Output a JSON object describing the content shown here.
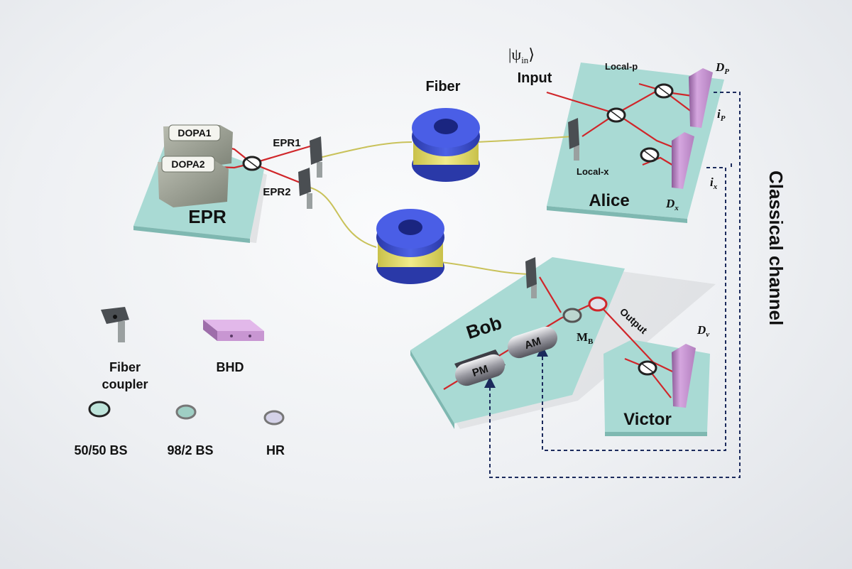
{
  "labels": {
    "fiber": "Fiber",
    "input_state": "|ψ",
    "input_state_sub": "in",
    "input_state_close": "⟩",
    "input": "Input",
    "local_p": "Local-p",
    "local_x": "Local-x",
    "dp": "D",
    "dp_sub": "P",
    "ip": "i",
    "ip_sub": "P",
    "ix": "i",
    "ix_sub": "x",
    "dx": "D",
    "dx_sub": "x",
    "alice": "Alice",
    "dopa1": "DOPA1",
    "dopa2": "DOPA2",
    "epr1": "EPR1",
    "epr2": "EPR2",
    "epr": "EPR",
    "classical_channel": "Classical channel",
    "bob": "Bob",
    "pm": "PM",
    "am": "AM",
    "mb": "M",
    "mb_sub": "B",
    "output": "Output",
    "dv": "D",
    "dv_sub": "v",
    "victor": "Victor"
  },
  "legend": {
    "fiber_coupler_line1": "Fiber",
    "fiber_coupler_line2": "coupler",
    "bhd": "BHD",
    "bs5050": "50/50 BS",
    "bs982": "98/2 BS",
    "hr": "HR"
  },
  "colors": {
    "beam": "#d0262a",
    "fiber_cable": "#c9c25a",
    "table": "#a9dad4",
    "spool": "#3a4fd0",
    "detector": "#c896d2",
    "channel": "#1b2a5c"
  }
}
